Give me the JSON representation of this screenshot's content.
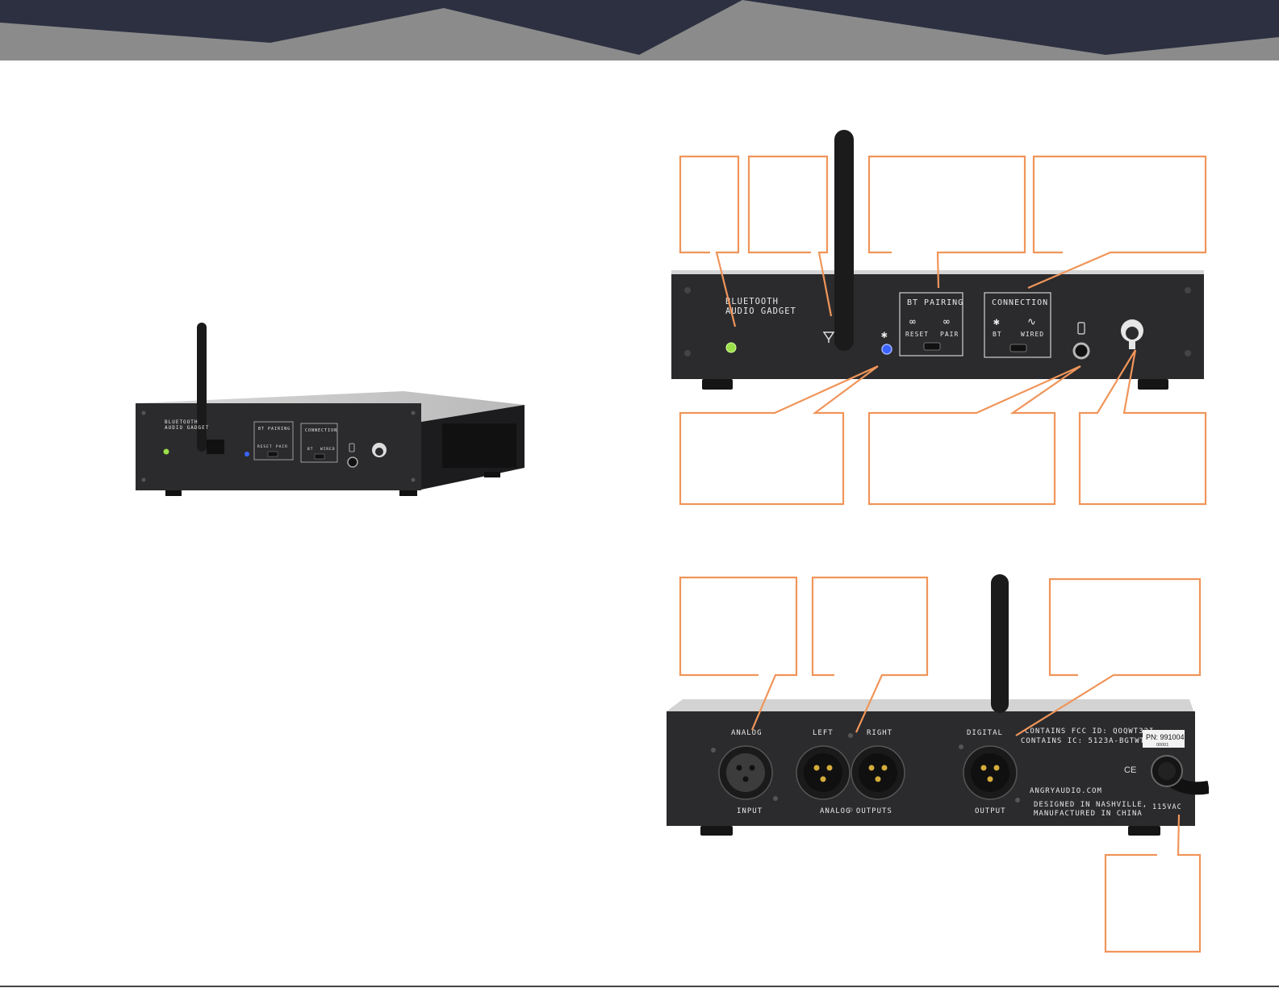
{
  "colors": {
    "banner_dark": "#2c3041",
    "banner_gray": "#8a8a8a",
    "chassis": "#2b2b2d",
    "callout": "#f0955a",
    "led_green": "#9be04a",
    "led_blue": "#3b63ff"
  },
  "front": {
    "device_name": [
      "BLUETOOTH",
      "AUDIO GADGET"
    ],
    "bt_pairing": {
      "title": "BT PAIRING",
      "reset": "RESET",
      "pair": "PAIR"
    },
    "connection": {
      "title": "CONNECTION",
      "bt": "BT",
      "wired": "WIRED"
    }
  },
  "rear": {
    "analog": "ANALOG",
    "input": "INPUT",
    "left": "LEFT",
    "right": "RIGHT",
    "analog_outputs": "ANALOG OUTPUTS",
    "digital": "DIGITAL",
    "output": "OUTPUT",
    "fcc": "CONTAINS FCC ID: QOQWT32I",
    "ic": "CONTAINS IC: 5123A-BGTWT32I",
    "pn": "PN: 991004",
    "pn_small": "00001",
    "ce": "CE",
    "website": "ANGRYAUDIO.COM",
    "designed": "DESIGNED IN NASHVILLE,",
    "manufactured": "MANUFACTURED IN CHINA",
    "voltage": "115VAC"
  }
}
